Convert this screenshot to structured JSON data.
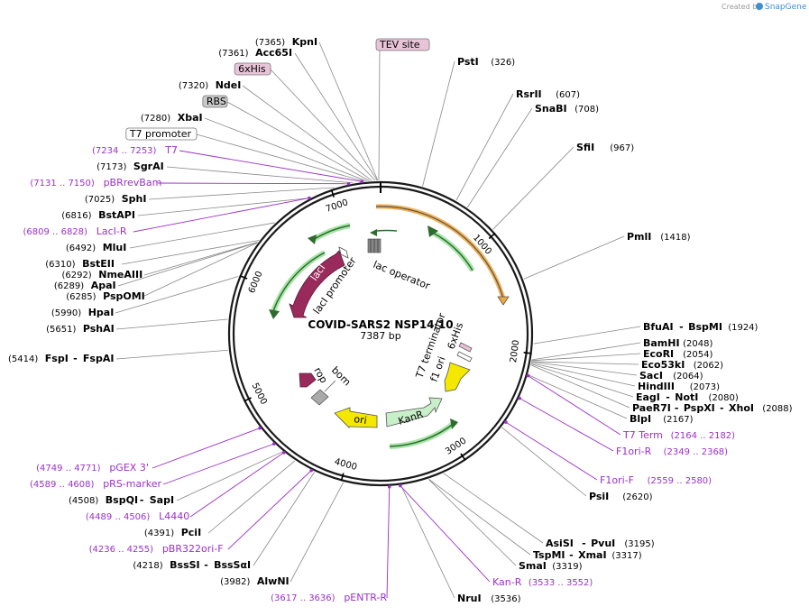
{
  "header": {
    "credit_prefix": "Created by",
    "credit_brand": "SnapGene"
  },
  "plasmid": {
    "name": "COVID-SARS2 NSP14/10",
    "length_label": "7387 bp",
    "length": 7387
  },
  "ticks": [
    "1000",
    "2000",
    "3000",
    "4000",
    "5000",
    "6000",
    "7000"
  ],
  "features": {
    "laci": "lacI",
    "laci_promoter": "lacI promoter",
    "lac_operator": "lac operator",
    "rop": "rop",
    "bom": "bom",
    "ori": "ori",
    "kanr": "KanR",
    "f1_ori": "f1 ori",
    "t7_terminator": "T7 terminator",
    "sixhis_inner": "6xHis"
  },
  "left_labels": [
    {
      "pos": "(7365)",
      "name": "KpnI"
    },
    {
      "pos": "(7361)",
      "name": "Acc65I"
    },
    {
      "box": "6xHis",
      "color": "#e8c4d8"
    },
    {
      "pos": "(7320)",
      "name": "NdeI"
    },
    {
      "box": "RBS",
      "color": "#c8c8c8"
    },
    {
      "pos": "(7280)",
      "name": "XbaI"
    },
    {
      "box": "T7 promoter",
      "color": "#ffffff"
    },
    {
      "primpos": "(7234 .. 7253)",
      "primer": "T7"
    },
    {
      "pos": "(7173)",
      "name": "SgrAI"
    },
    {
      "primpos": "(7131 .. 7150)",
      "primer": "pBRrevBam"
    },
    {
      "pos": "(7025)",
      "name": "SphI"
    },
    {
      "pos": "(6816)",
      "name": "BstAPI"
    },
    {
      "primpos": "(6809 .. 6828)",
      "primer": "LacI-R"
    },
    {
      "pos": "(6492)",
      "name": "MluI"
    },
    {
      "pos": "(6310)",
      "name": "BstEII"
    },
    {
      "pos": "(6292)",
      "name": "NmeAIII"
    },
    {
      "pos": "(6289)",
      "name": "ApaI"
    },
    {
      "pos": "(6285)",
      "name": "PspOMI"
    },
    {
      "pos": "(5990)",
      "name": "HpaI"
    },
    {
      "pos": "(5651)",
      "name": "PshAI"
    },
    {
      "pos": "(5414)",
      "name": "FspI",
      "name2": "FspAI"
    },
    {
      "primpos": "(4749 .. 4771)",
      "primer": "pGEX 3'"
    },
    {
      "primpos": "(4589 .. 4608)",
      "primer": "pRS-marker"
    },
    {
      "pos": "(4508)",
      "name": "BspQI",
      "name2": "SapI"
    },
    {
      "primpos": "(4489 .. 4506)",
      "primer": "L4440"
    },
    {
      "pos": "(4391)",
      "name": "PciI"
    },
    {
      "primpos": "(4236 .. 4255)",
      "primer": "pBR322ori-F"
    },
    {
      "pos": "(4218)",
      "name": "BssSI",
      "name2": "BssSαI"
    },
    {
      "pos": "(3982)",
      "name": "AlwNI"
    },
    {
      "primpos": "(3617 .. 3636)",
      "primer": "pENTR-R"
    }
  ],
  "top_box": {
    "box": "TEV site",
    "color": "#e8c4d8"
  },
  "right_labels": [
    {
      "name": "PstI",
      "pos": "(326)"
    },
    {
      "name": "RsrII",
      "pos": "(607)"
    },
    {
      "name": "SnaBI",
      "pos": "(708)"
    },
    {
      "name": "SfiI",
      "pos": "(967)"
    },
    {
      "name": "PmlI",
      "pos": "(1418)"
    },
    {
      "name": "BfuAI",
      "name2": "BspMI",
      "pos": "(1924)"
    },
    {
      "name": "BamHI",
      "pos": "(2048)"
    },
    {
      "name": "EcoRI",
      "pos": "(2054)"
    },
    {
      "name": "Eco53kI",
      "pos": "(2062)"
    },
    {
      "name": "SacI",
      "pos": "(2064)"
    },
    {
      "name": "HindIII",
      "pos": "(2073)"
    },
    {
      "name": "EagI",
      "name2": "NotI",
      "pos": "(2080)"
    },
    {
      "name": "PaeR7I",
      "name2": "PspXI",
      "name3": "XhoI",
      "pos": "(2088)"
    },
    {
      "name": "BlpI",
      "pos": "(2167)"
    },
    {
      "primer": "T7 Term",
      "primpos": "(2164 .. 2182)"
    },
    {
      "primer": "F1ori-R",
      "primpos": "(2349 .. 2368)"
    },
    {
      "primer": "F1ori-F",
      "primpos": "(2559 .. 2580)"
    },
    {
      "name": "PsiI",
      "pos": "(2620)"
    },
    {
      "name": "AsiSI",
      "name2": "PvuI",
      "pos": "(3195)"
    },
    {
      "name": "TspMI",
      "name2": "XmaI",
      "pos": "(3317)"
    },
    {
      "name": "SmaI",
      "pos": "(3319)"
    },
    {
      "primer": "Kan-R",
      "primpos": "(3533 .. 3552)"
    },
    {
      "name": "NruI",
      "pos": "(3536)"
    }
  ]
}
